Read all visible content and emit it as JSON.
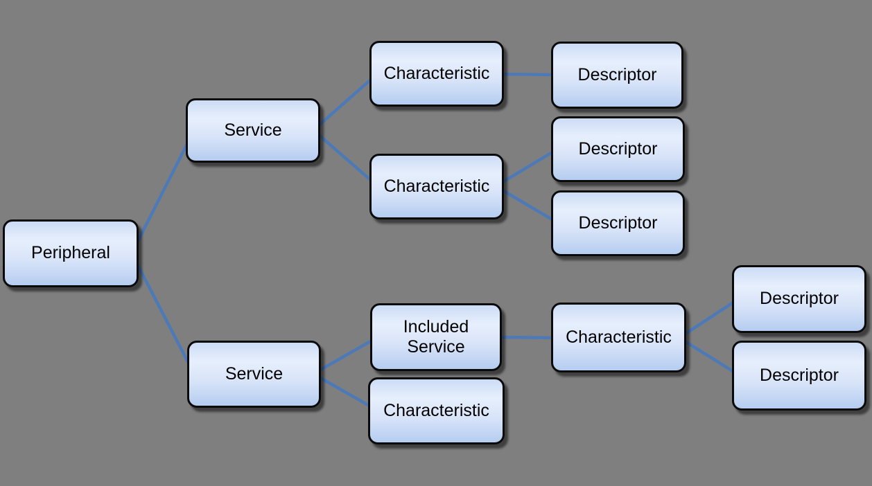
{
  "colors": {
    "background": "#7f7f7f",
    "connector": "#4d7ab7",
    "node_border": "#0a0a0a",
    "node_fill_top": "#ccdcf5",
    "node_fill_highlight": "#e7effc",
    "node_fill_bottom": "#b5cdf0",
    "text": "#000000"
  },
  "diagram": {
    "type": "tree",
    "nodes": [
      {
        "id": "peripheral",
        "label": "Peripheral"
      },
      {
        "id": "service-1",
        "label": "Service"
      },
      {
        "id": "characteristic-1a",
        "label": "Characteristic"
      },
      {
        "id": "descriptor-1",
        "label": "Descriptor"
      },
      {
        "id": "characteristic-1b",
        "label": "Characteristic"
      },
      {
        "id": "descriptor-2",
        "label": "Descriptor"
      },
      {
        "id": "descriptor-3",
        "label": "Descriptor"
      },
      {
        "id": "service-2",
        "label": "Service"
      },
      {
        "id": "included-service",
        "label": "Included Service"
      },
      {
        "id": "characteristic-2b",
        "label": "Characteristic"
      },
      {
        "id": "characteristic-2a",
        "label": "Characteristic"
      },
      {
        "id": "descriptor-4",
        "label": "Descriptor"
      },
      {
        "id": "descriptor-5",
        "label": "Descriptor"
      }
    ],
    "edges": [
      {
        "from": "peripheral",
        "to": "service-1"
      },
      {
        "from": "peripheral",
        "to": "service-2"
      },
      {
        "from": "service-1",
        "to": "characteristic-1a"
      },
      {
        "from": "service-1",
        "to": "characteristic-1b"
      },
      {
        "from": "characteristic-1a",
        "to": "descriptor-1"
      },
      {
        "from": "characteristic-1b",
        "to": "descriptor-2"
      },
      {
        "from": "characteristic-1b",
        "to": "descriptor-3"
      },
      {
        "from": "service-2",
        "to": "included-service"
      },
      {
        "from": "service-2",
        "to": "characteristic-2b"
      },
      {
        "from": "included-service",
        "to": "characteristic-2a"
      },
      {
        "from": "characteristic-2a",
        "to": "descriptor-4"
      },
      {
        "from": "characteristic-2a",
        "to": "descriptor-5"
      }
    ]
  }
}
